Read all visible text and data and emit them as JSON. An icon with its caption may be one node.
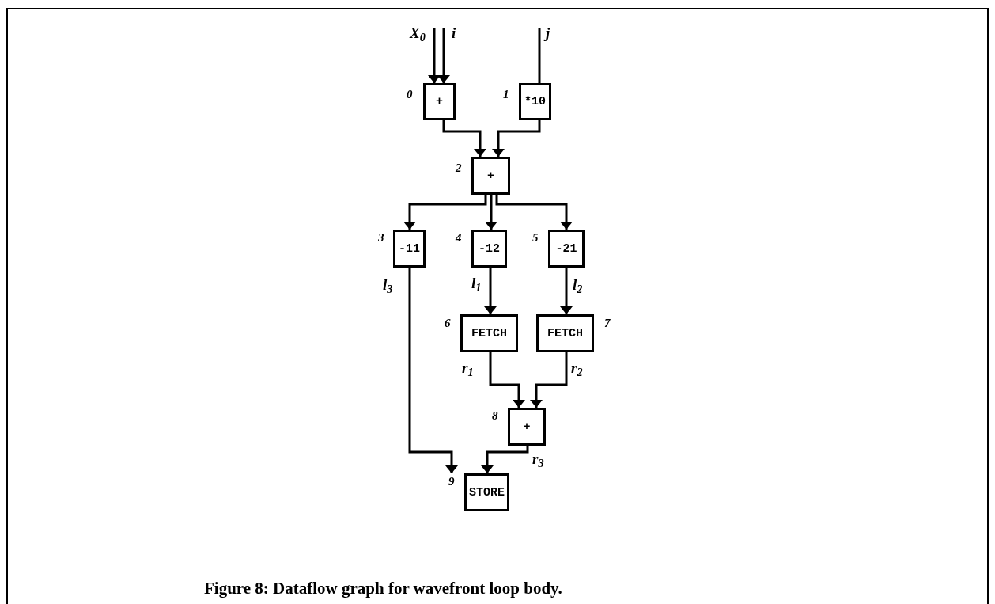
{
  "diagram": {
    "caption": "Figure 8: Dataflow graph for wavefront loop body.",
    "nodes": [
      {
        "text": [
          "+"
        ],
        "beside": [
          "0"
        ]
      },
      {
        "text": [
          "*10"
        ],
        "beside": [
          "1"
        ]
      },
      {
        "text": [
          "+"
        ],
        "beside": [
          "2"
        ]
      },
      {
        "text": [
          "-11"
        ],
        "beside": [
          "3"
        ]
      },
      {
        "text": [
          "-12"
        ],
        "beside": [
          "4"
        ]
      },
      {
        "text": [
          "-21"
        ],
        "beside": [
          "5"
        ]
      },
      {
        "text": [
          "FETCH"
        ],
        "beside": [
          "6"
        ]
      },
      {
        "text": [
          "FETCH"
        ],
        "beside": [
          "7"
        ]
      },
      {
        "text": [
          "+"
        ],
        "beside": [
          "8"
        ]
      },
      {
        "text": [
          "STORE"
        ],
        "beside": [
          "9"
        ]
      }
    ],
    "edges": [
      {
        "from": null,
        "to": 0,
        "arrow": "to",
        "label": "X$_{0}$"
      },
      {
        "from": null,
        "to": 0,
        "arrow": "to",
        "label": "i"
      },
      {
        "from": null,
        "to": 1,
        "arrow": "none",
        "label": "j"
      },
      {
        "from": 0,
        "to": 2,
        "arrow": "to"
      },
      {
        "from": 1,
        "to": 2,
        "arrow": "to"
      },
      {
        "from": 2,
        "to": 3,
        "arrow": "to"
      },
      {
        "from": 2,
        "to": 4,
        "arrow": "to"
      },
      {
        "from": 2,
        "to": 5,
        "arrow": "to"
      },
      {
        "from": 3,
        "to": 9,
        "arrow": "to",
        "label": "l$_{3}$"
      },
      {
        "from": 4,
        "to": 6,
        "arrow": "to",
        "label": "l$_{1}$"
      },
      {
        "from": 5,
        "to": 7,
        "arrow": "to",
        "label": "l$_{2}$"
      },
      {
        "from": 6,
        "to": 8,
        "arrow": "to",
        "label": "r$_{1}$"
      },
      {
        "from": 7,
        "to": 8,
        "arrow": "to",
        "label": "r$_{2}$"
      },
      {
        "from": 8,
        "to": 9,
        "arrow": "to",
        "label": "r$_{3}$"
      }
    ]
  }
}
